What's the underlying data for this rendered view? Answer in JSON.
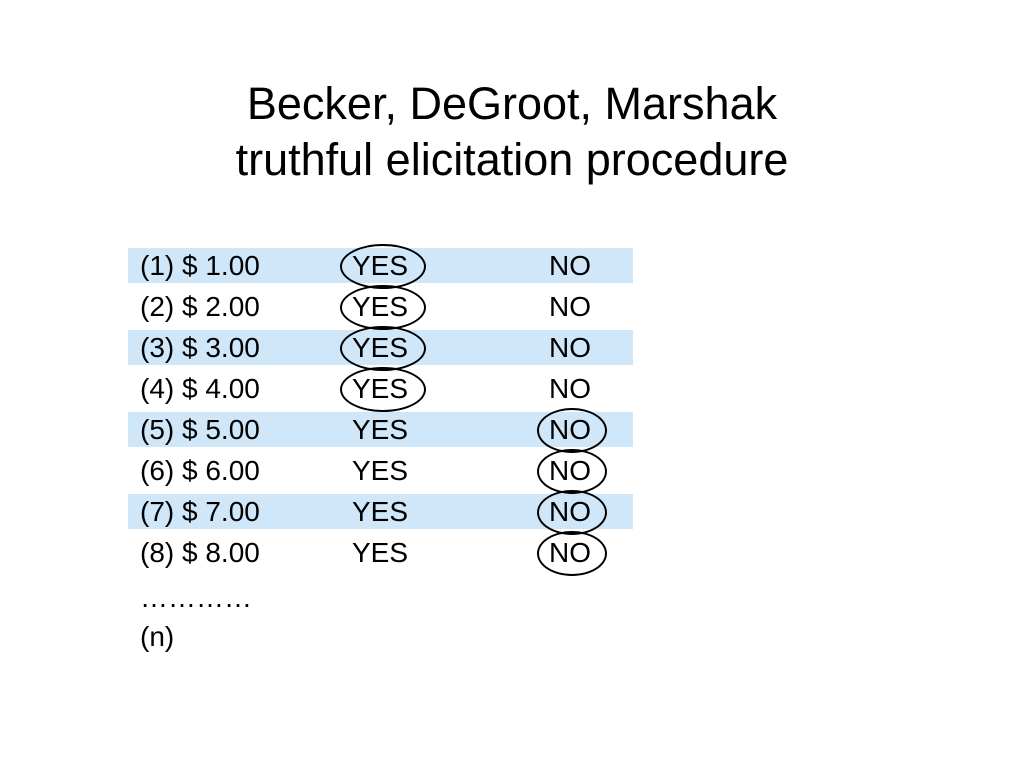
{
  "title": {
    "line1": "Becker, DeGroot, Marshak",
    "line2": "truthful elicitation procedure"
  },
  "rows": [
    {
      "label": "(1) $ 1.00",
      "yes": "YES",
      "no": "NO",
      "circled": "yes"
    },
    {
      "label": "(2) $ 2.00",
      "yes": "YES",
      "no": "NO",
      "circled": "yes"
    },
    {
      "label": "(3) $ 3.00",
      "yes": "YES",
      "no": "NO",
      "circled": "yes"
    },
    {
      "label": "(4) $ 4.00",
      "yes": "YES",
      "no": "NO",
      "circled": "yes"
    },
    {
      "label": "(5) $ 5.00",
      "yes": "YES",
      "no": "NO",
      "circled": "no"
    },
    {
      "label": "(6) $ 6.00",
      "yes": "YES",
      "no": "NO",
      "circled": "no"
    },
    {
      "label": "(7) $ 7.00",
      "yes": "YES",
      "no": "NO",
      "circled": "no"
    },
    {
      "label": "(8) $ 8.00",
      "yes": "YES",
      "no": "NO",
      "circled": "no"
    }
  ],
  "ellipsis": "…………",
  "last_row": "(n)",
  "colors": {
    "row_band": "#cfe7f9",
    "text": "#000000"
  }
}
